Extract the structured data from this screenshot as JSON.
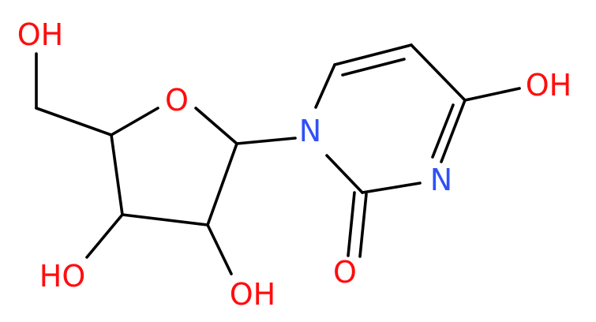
{
  "molecule": {
    "atom_colors": {
      "O": "#ff0d0d",
      "N": "#3050f8"
    },
    "labels": [
      {
        "id": "o-ring",
        "text": "O",
        "element": "O"
      },
      {
        "id": "oh-ch2",
        "text": "OH",
        "element": "O"
      },
      {
        "id": "ho-c3",
        "text": "HO",
        "element": "O"
      },
      {
        "id": "oh-c2",
        "text": "OH",
        "element": "O"
      },
      {
        "id": "n1",
        "text": "N",
        "element": "N"
      },
      {
        "id": "n3",
        "text": "N",
        "element": "N"
      },
      {
        "id": "oh-c4",
        "text": "OH",
        "element": "O"
      },
      {
        "id": "o-c2",
        "text": "O",
        "element": "O"
      }
    ]
  }
}
